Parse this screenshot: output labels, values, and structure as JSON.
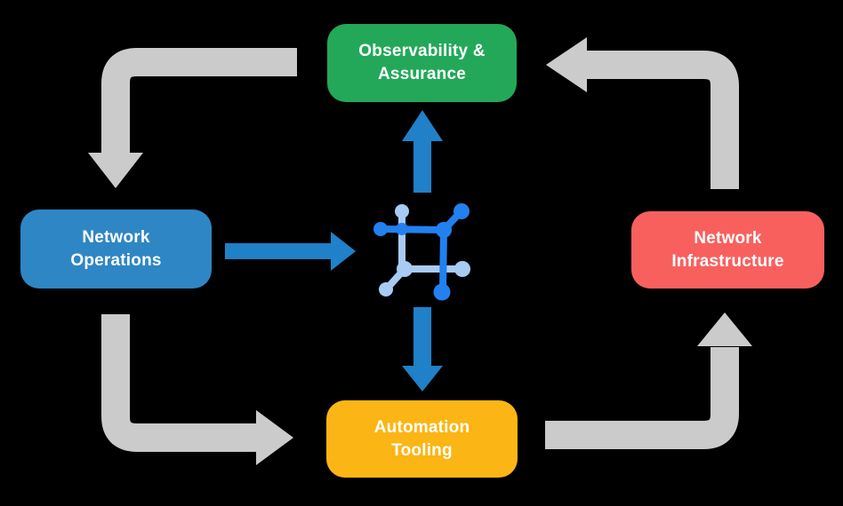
{
  "diagram": {
    "type": "cycle-flowchart",
    "nodes": [
      {
        "id": "observability-assurance",
        "lines": [
          "Observability &",
          "Assurance"
        ],
        "color_key": "green",
        "position": "top-center"
      },
      {
        "id": "network-operations",
        "lines": [
          "Network",
          "Operations"
        ],
        "color_key": "blue",
        "position": "middle-left"
      },
      {
        "id": "network-infrastructure",
        "lines": [
          "Network",
          "Infrastructure"
        ],
        "color_key": "red",
        "position": "middle-right"
      },
      {
        "id": "automation-tooling",
        "lines": [
          "Automation",
          "Tooling"
        ],
        "color_key": "yellow",
        "position": "bottom-center"
      }
    ],
    "center_icon": {
      "name": "network-mesh-icon",
      "description": "square mesh network glyph with dark and light blue nodes"
    },
    "edges": [
      {
        "from": "observability-assurance",
        "to": "network-operations",
        "style": "gray-curved"
      },
      {
        "from": "network-operations",
        "to": "automation-tooling",
        "style": "gray-curved"
      },
      {
        "from": "automation-tooling",
        "to": "network-infrastructure",
        "style": "gray-curved"
      },
      {
        "from": "network-infrastructure",
        "to": "observability-assurance",
        "style": "gray-curved"
      },
      {
        "from": "network-operations",
        "to": "center-icon",
        "style": "blue-straight"
      },
      {
        "from": "center-icon",
        "to": "observability-assurance",
        "style": "blue-straight"
      },
      {
        "from": "center-icon",
        "to": "automation-tooling",
        "style": "blue-straight"
      }
    ]
  },
  "colors": {
    "background": "#000000",
    "green": "#23A859",
    "blue": "#2E86C4",
    "red": "#F8605E",
    "yellow": "#FBB515",
    "gray-arrow": "#CBCBCB",
    "blue-arrow": "#2080C8",
    "icon-dark-blue": "#2281EF",
    "icon-light-blue": "#A8CBF4",
    "label-text": "#FFFFFF"
  }
}
